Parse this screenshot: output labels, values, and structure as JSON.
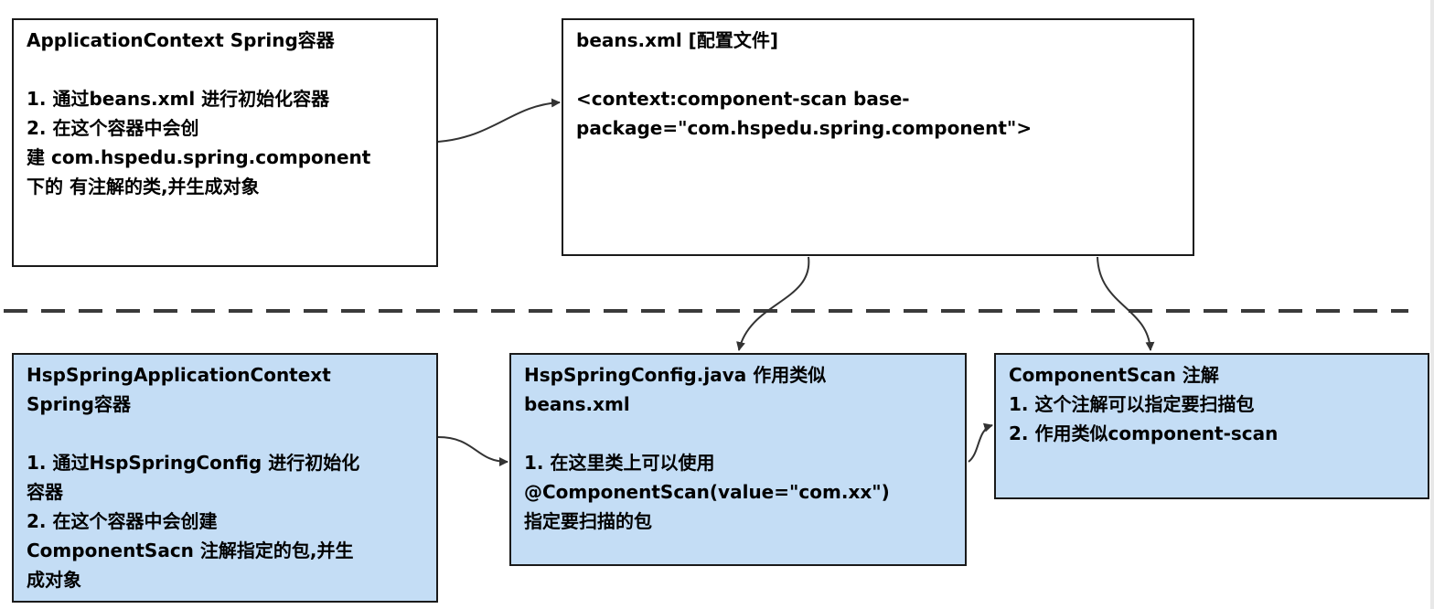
{
  "boxes": {
    "appctx": {
      "lines": [
        "ApplicationContext Spring容器",
        "",
        "1. 通过beans.xml 进行初始化容器",
        "2. 在这个容器中会创",
        "建 com.hspedu.spring.component",
        "下的 有注解的类,并生成对象"
      ]
    },
    "beans": {
      "lines": [
        "beans.xml [配置文件]",
        "",
        "<context:component-scan base-",
        "package=\"com.hspedu.spring.component\">"
      ]
    },
    "hspctx": {
      "lines": [
        "HspSpringApplicationContext",
        "Spring容器",
        "",
        "1. 通过HspSpringConfig 进行初始化",
        "容器",
        "2. 在这个容器中会创建",
        "ComponentSacn 注解指定的包,并生",
        "成对象"
      ]
    },
    "hspcfg": {
      "lines": [
        "HspSpringConfig.java 作用类似",
        "beans.xml",
        "",
        "1. 在这里类上可以使用",
        "@ComponentScan(value=\"com.xx\")",
        "指定要扫描的包"
      ]
    },
    "compscan": {
      "lines": [
        "ComponentScan 注解",
        "1. 这个注解可以指定要扫描包",
        "2. 作用类似component-scan"
      ]
    }
  },
  "colors": {
    "top_fill": "#ffffff",
    "bottom_fill": "#c4ddf5",
    "border": "#1a1a1a",
    "connector": "#333333",
    "divider": "#3a3a3a"
  }
}
